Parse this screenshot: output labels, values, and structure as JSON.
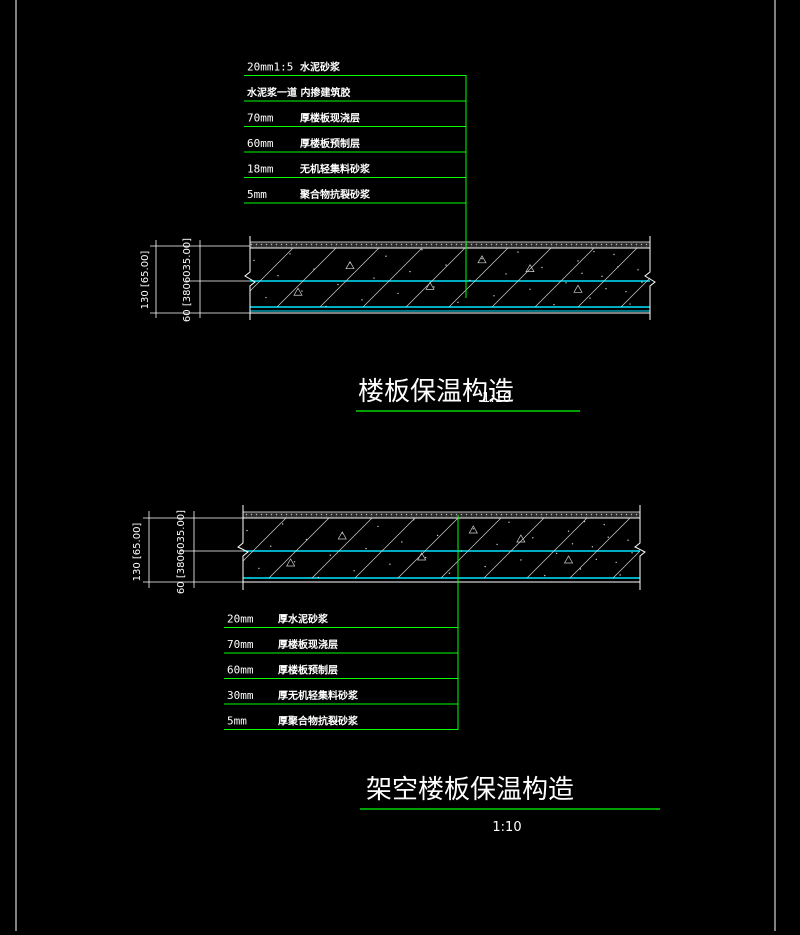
{
  "drawing": {
    "colors": {
      "background": "#000000",
      "frame": "#ffffff",
      "leader": "#00ff00",
      "hatch": "#d8d8d8",
      "insulation": "#00e5ff",
      "text": "#ffffff",
      "dimension": "#ffffff"
    },
    "section1": {
      "title": "楼板保温构造",
      "scale": "1:10",
      "layers": [
        {
          "thickness": "20mm1:5",
          "material": "水泥砂浆"
        },
        {
          "thickness": "",
          "material": "水泥浆一道 内掺建筑胶"
        },
        {
          "thickness": "70mm",
          "material": "厚楼板现浇层"
        },
        {
          "thickness": "60mm",
          "material": "厚楼板预制层"
        },
        {
          "thickness": "18mm",
          "material": "无机轻集料砂浆"
        },
        {
          "thickness": "5mm",
          "material": "聚合物抗裂砂浆"
        }
      ],
      "dim_total": "130 [65.00]",
      "dim_part": "60 [3806035.00]"
    },
    "section2": {
      "title": "架空楼板保温构造",
      "scale": "1:10",
      "layers": [
        {
          "thickness": "20mm",
          "material": "厚水泥砂浆"
        },
        {
          "thickness": "70mm",
          "material": "厚楼板现浇层"
        },
        {
          "thickness": "60mm",
          "material": "厚楼板预制层"
        },
        {
          "thickness": "30mm",
          "material": "厚无机轻集料砂浆"
        },
        {
          "thickness": "5mm",
          "material": "厚聚合物抗裂砂浆"
        }
      ],
      "dim_total": "130 [65.00]",
      "dim_part": "60 [3806035.00]"
    }
  }
}
